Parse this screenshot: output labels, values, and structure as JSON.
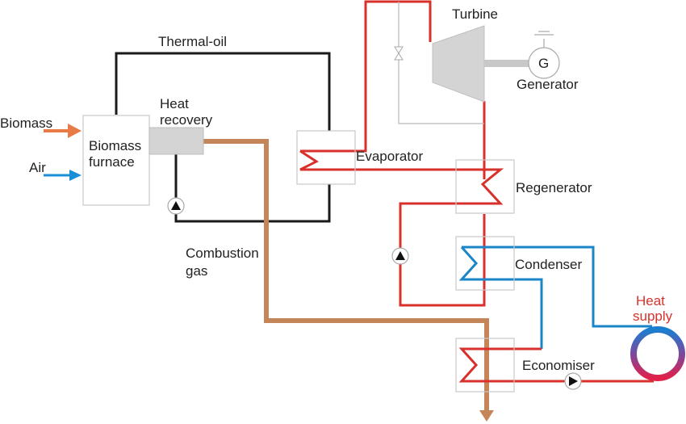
{
  "labels": {
    "thermal_oil": "Thermal-oil",
    "heat_recovery_line1": "Heat",
    "heat_recovery_line2": "recovery",
    "biomass": "Biomass",
    "air": "Air",
    "furnace_line1": "Biomass",
    "furnace_line2": "furnace",
    "turbine": "Turbine",
    "generator_symbol": "G",
    "generator": "Generator",
    "evaporator": "Evaporator",
    "regenerator": "Regenerator",
    "combustion_line1": "Combustion",
    "combustion_line2": "gas",
    "condenser": "Condenser",
    "heat_supply_line1": "Heat",
    "heat_supply_line2": "supply",
    "economiser": "Economiser"
  },
  "colors": {
    "thermal_oil_loop": "#1a1a1a",
    "orc_loop": "#d8312c",
    "water_loop": "#1a86c8",
    "combustion_gas": "#c48558",
    "biomass_arrow": "#e87a45",
    "air_arrow": "#1a8fd8",
    "equipment_gray": "#d4d4d4"
  }
}
